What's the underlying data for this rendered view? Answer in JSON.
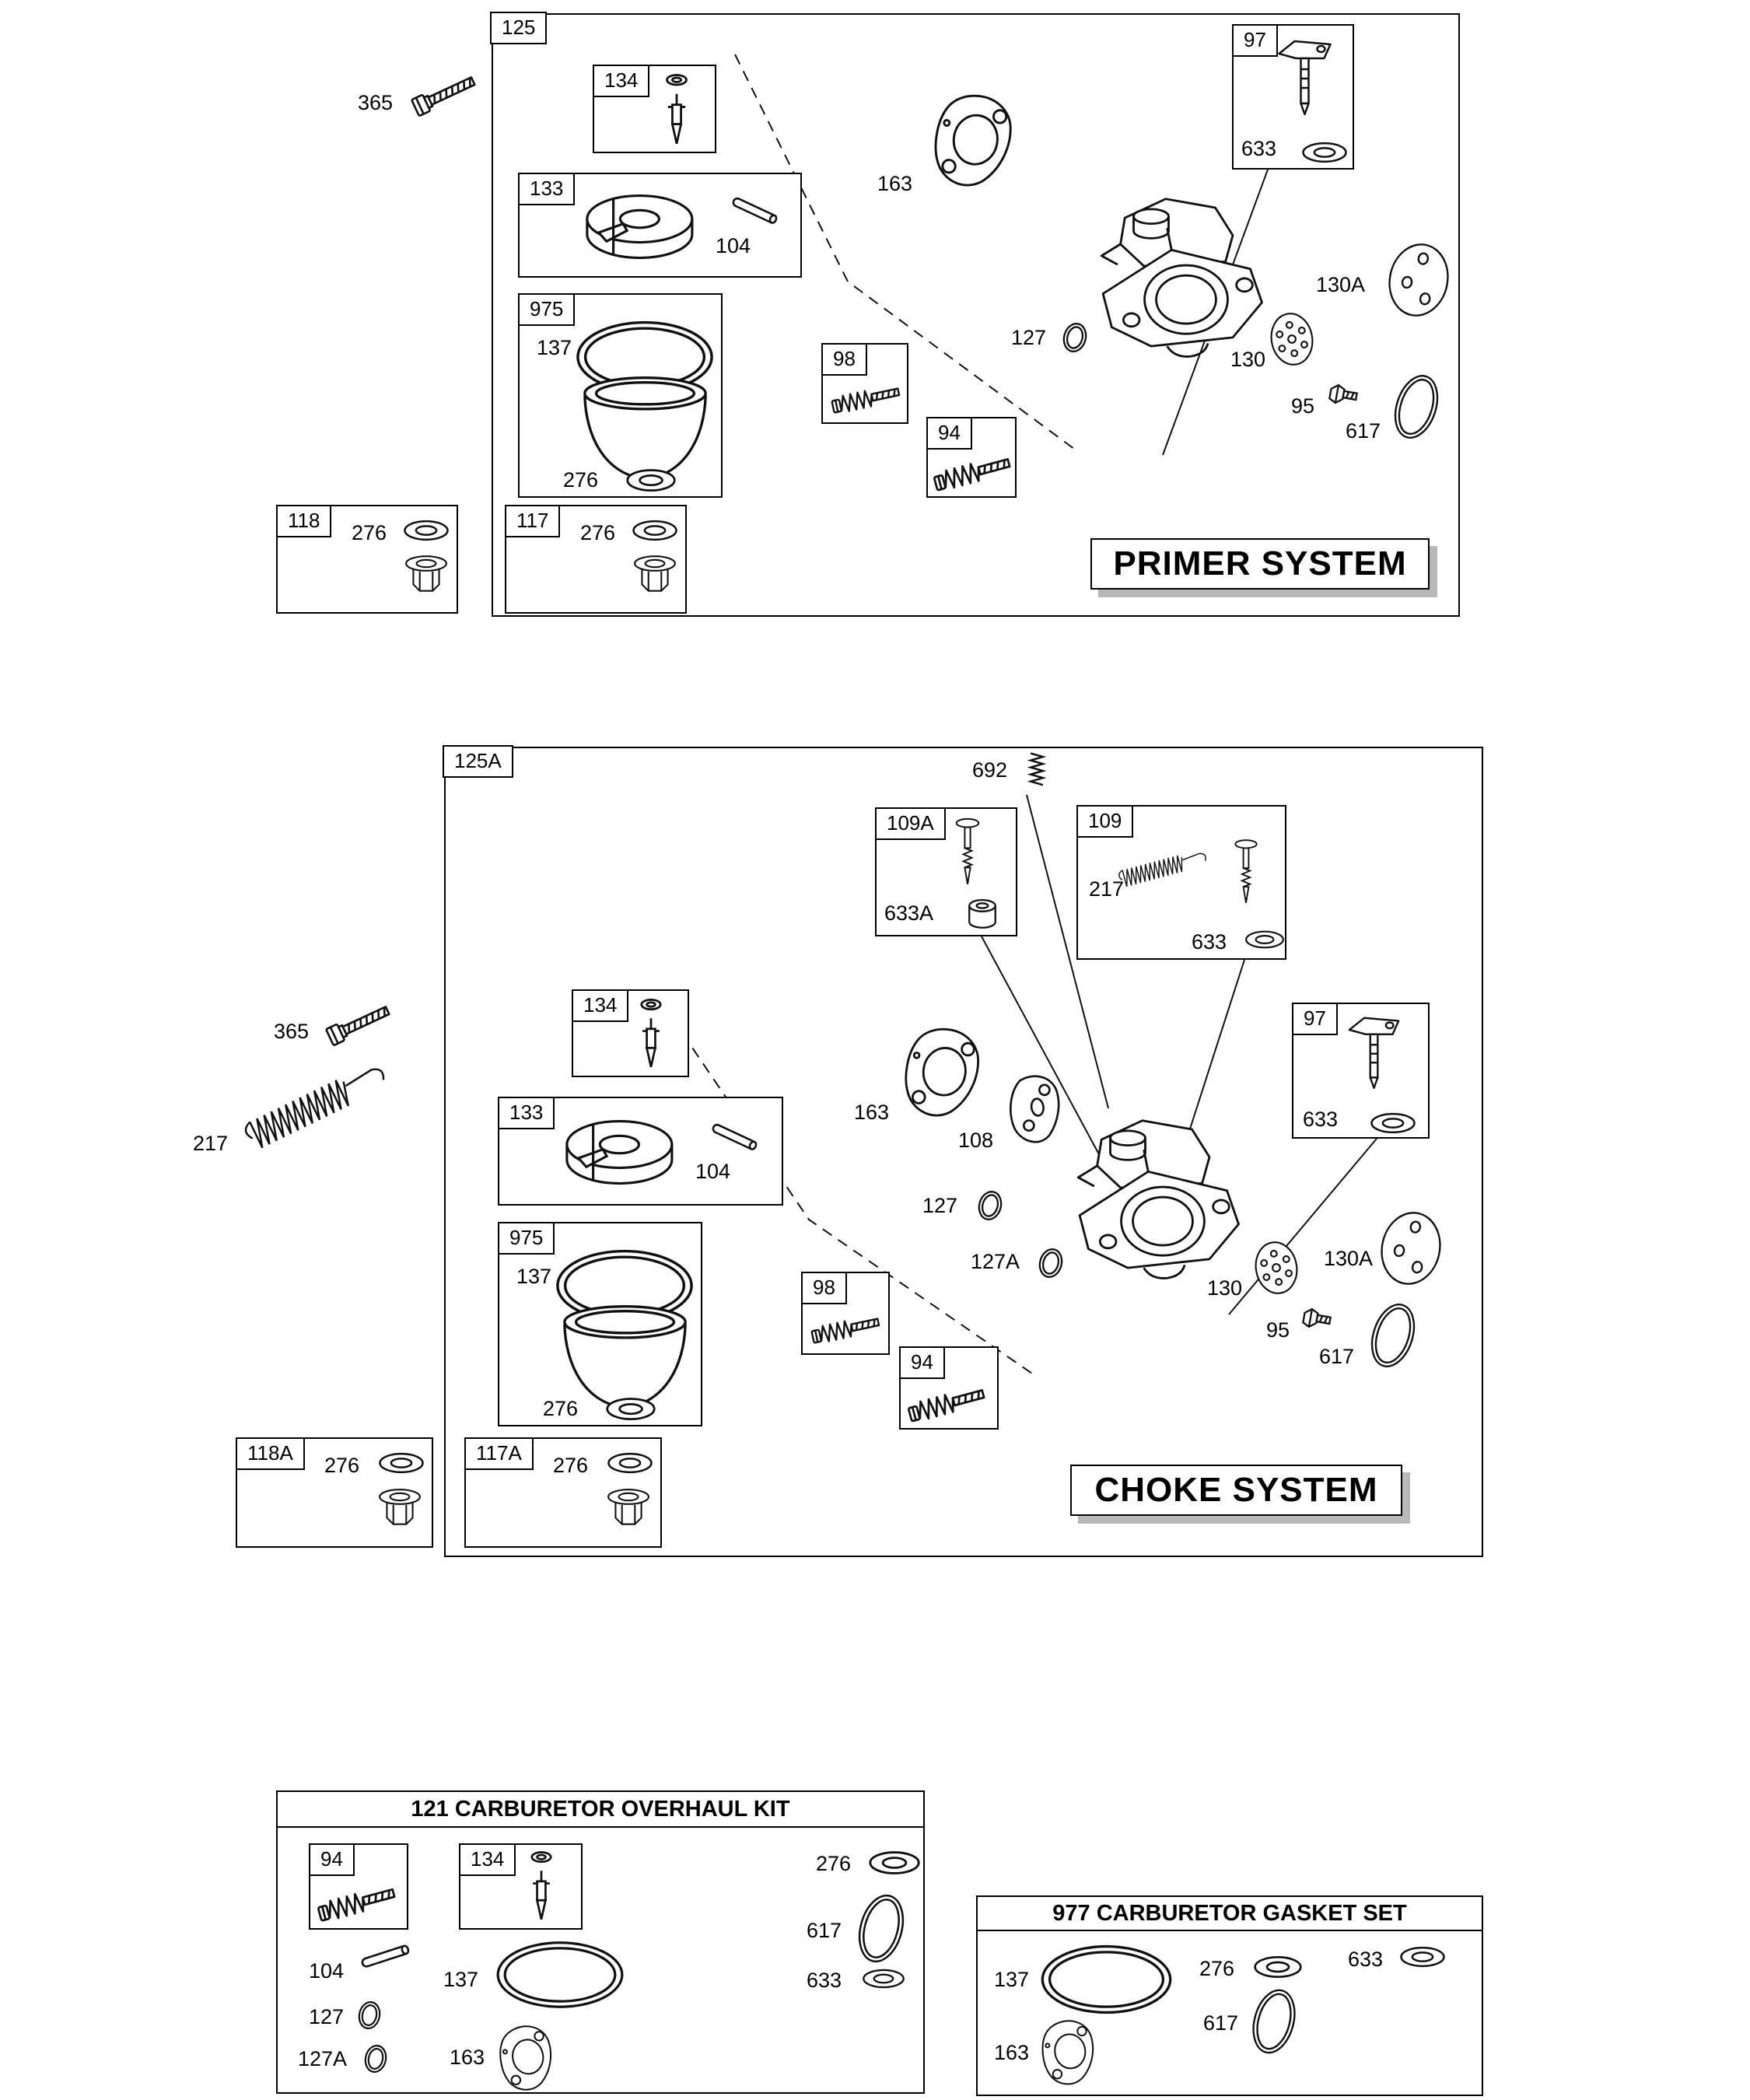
{
  "colors": {
    "ink": "#111111",
    "shadow": "#b8b8b8",
    "background": "#ffffff"
  },
  "primer": {
    "tag": "125",
    "title": "PRIMER SYSTEM",
    "parts": {
      "p365": "365",
      "p134": "134",
      "p133": "133",
      "p104": "104",
      "p975": "975",
      "p137": "137",
      "p276": "276",
      "p98": "98",
      "p94": "94",
      "p97": "97",
      "p633": "633",
      "p163": "163",
      "p127": "127",
      "p130": "130",
      "p130A": "130A",
      "p95": "95",
      "p617": "617",
      "p118": "118",
      "p118_276": "276",
      "p117": "117",
      "p117_276": "276"
    }
  },
  "choke": {
    "tag": "125A",
    "title": "CHOKE SYSTEM",
    "parts": {
      "p692": "692",
      "p109A": "109A",
      "p633A": "633A",
      "p109": "109",
      "p109_217": "217",
      "p109_633": "633",
      "p365": "365",
      "p217": "217",
      "p134": "134",
      "p133": "133",
      "p104": "104",
      "p975": "975",
      "p137": "137",
      "p276": "276",
      "p98": "98",
      "p94": "94",
      "p97": "97",
      "p97_633": "633",
      "p163": "163",
      "p108": "108",
      "p127": "127",
      "p127A": "127A",
      "p130": "130",
      "p130A": "130A",
      "p95": "95",
      "p617": "617",
      "p118A": "118A",
      "p118A_276": "276",
      "p117A": "117A",
      "p117A_276": "276"
    }
  },
  "overhaul": {
    "title": "121 CARBURETOR OVERHAUL KIT",
    "parts": {
      "p94": "94",
      "p134": "134",
      "p276": "276",
      "p617": "617",
      "p633": "633",
      "p104": "104",
      "p137": "137",
      "p127": "127",
      "p127A": "127A",
      "p163": "163"
    }
  },
  "gasket_set": {
    "title": "977 CARBURETOR GASKET SET",
    "parts": {
      "p137": "137",
      "p276": "276",
      "p633": "633",
      "p617": "617",
      "p163": "163"
    }
  }
}
